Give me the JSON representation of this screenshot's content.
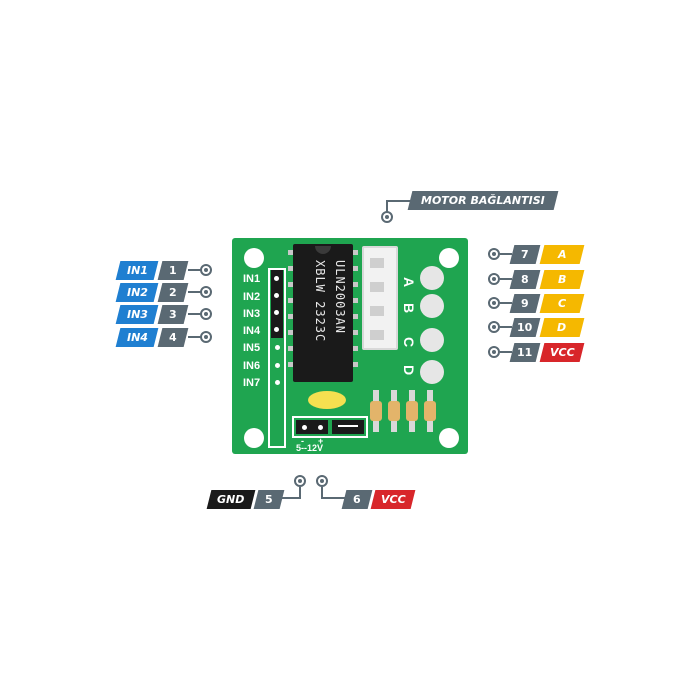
{
  "motor_label": "MOTOR BAĞLANTISI",
  "left_pins": [
    {
      "name": "IN1",
      "num": "1"
    },
    {
      "name": "IN2",
      "num": "2"
    },
    {
      "name": "IN3",
      "num": "3"
    },
    {
      "name": "IN4",
      "num": "4"
    }
  ],
  "right_pins": [
    {
      "num": "7",
      "name": "A"
    },
    {
      "num": "8",
      "name": "B"
    },
    {
      "num": "9",
      "name": "C"
    },
    {
      "num": "10",
      "name": "D"
    },
    {
      "num": "11",
      "name": "VCC"
    }
  ],
  "bottom_pins": [
    {
      "name": "GND",
      "num": "5"
    },
    {
      "num": "6",
      "name": "VCC"
    }
  ],
  "board": {
    "inputs": [
      "IN1",
      "IN2",
      "IN3",
      "IN4",
      "IN5",
      "IN6",
      "IN7"
    ],
    "chip_line1": "ULN2003AN",
    "chip_line2": "XBLW  2323C",
    "connector_letters": [
      "A",
      "B",
      "C",
      "D"
    ],
    "power_marks": [
      "-",
      "+"
    ],
    "voltage": "5--12V"
  },
  "colors": {
    "blue": "#1f7fd1",
    "gray": "#5a6973",
    "yellow": "#f5b800",
    "red": "#d8262a",
    "black": "#1a1a1a",
    "pcb": "#1fa550"
  }
}
